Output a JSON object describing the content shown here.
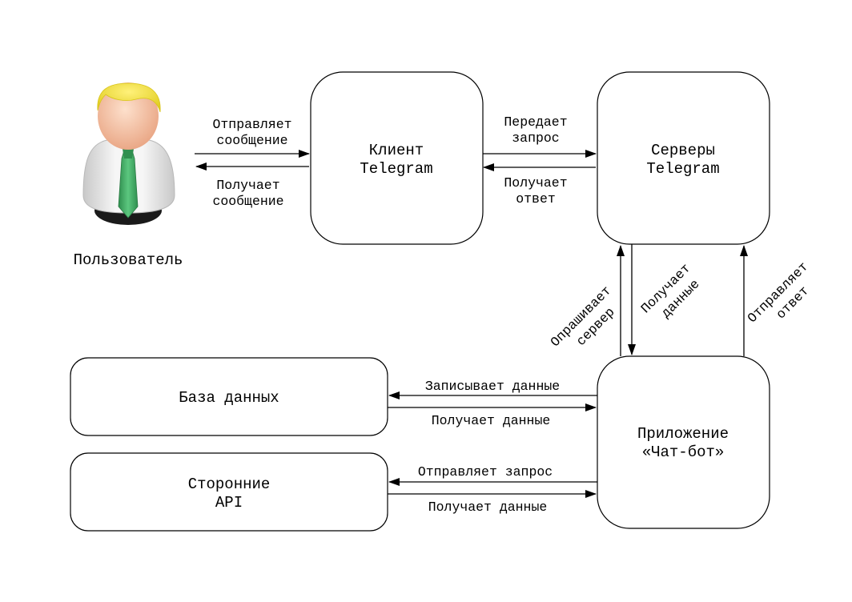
{
  "nodes": {
    "user": {
      "label": "Пользователь"
    },
    "client": {
      "label_1": "Клиент",
      "label_2": "Telegram"
    },
    "servers": {
      "label_1": "Серверы",
      "label_2": "Telegram"
    },
    "database": {
      "label": "База данных"
    },
    "api": {
      "label_1": "Сторонние",
      "label_2": "API"
    },
    "bot": {
      "label_1": "Приложение",
      "label_2": "«Чат-бот»"
    }
  },
  "edges": {
    "user_to_client": {
      "label_1": "Отправляет",
      "label_2": "сообщение"
    },
    "client_to_user": {
      "label_1": "Получает",
      "label_2": "сообщение"
    },
    "client_to_servers": {
      "label_1": "Передает",
      "label_2": "запрос"
    },
    "servers_to_client": {
      "label_1": "Получает",
      "label_2": "ответ"
    },
    "bot_polls_servers": {
      "label_1": "Опрашивает",
      "label_2": "сервер"
    },
    "servers_to_bot": {
      "label_1": "Получает",
      "label_2": "данные"
    },
    "bot_replies_servers": {
      "label_1": "Отправляет",
      "label_2": "ответ"
    },
    "bot_to_database": {
      "label": "Записывает данные"
    },
    "database_to_bot": {
      "label": "Получает данные"
    },
    "bot_to_api": {
      "label": "Отправляет запрос"
    },
    "api_to_bot": {
      "label": "Получает данные"
    }
  },
  "colors": {
    "hair": "#f3e436",
    "skin": "#f7c0a0",
    "shirt": "#eeeeee",
    "tie": "#3fae64",
    "trousers": "#222222"
  },
  "icons": {
    "user": "user-avatar-icon"
  }
}
